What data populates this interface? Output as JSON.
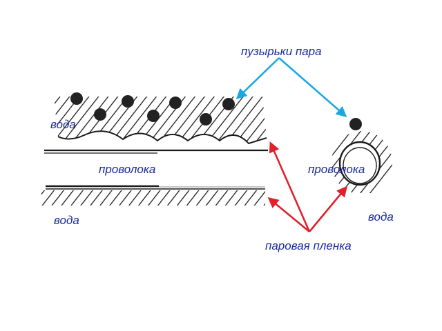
{
  "labels": {
    "bubbles": "пузырьки пара",
    "water_top_left": "вода",
    "wire_left": "проволока",
    "water_bottom_left": "вода",
    "wire_right": "проволока",
    "water_right": "вода",
    "vapor_film": "паровая пленка"
  },
  "colors": {
    "bubble_arrow": "#1aa8e0",
    "film_arrow": "#e0202a",
    "label_text": "#1a2a9c",
    "hatch": "#1a1a1a"
  }
}
